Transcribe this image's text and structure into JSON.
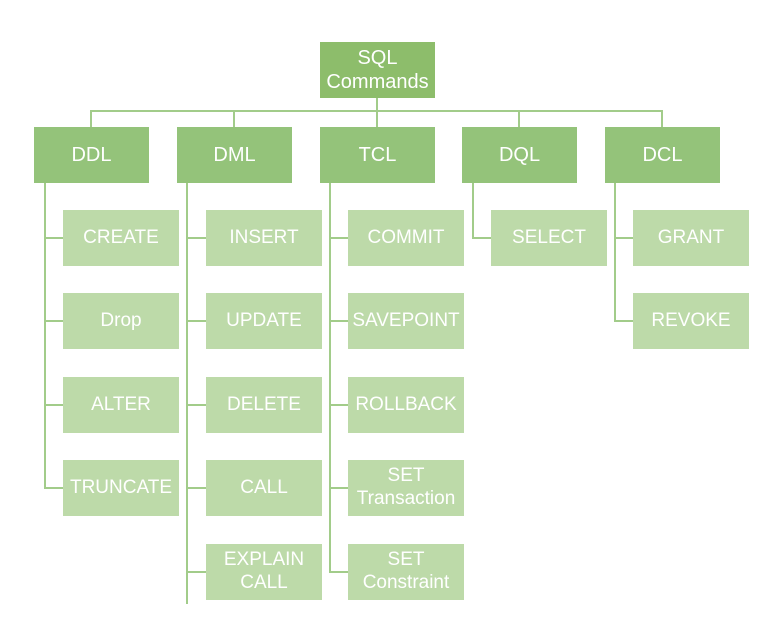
{
  "root": {
    "label": "SQL\nCommands"
  },
  "categories": [
    {
      "label": "DDL",
      "items": [
        "CREATE",
        "Drop",
        "ALTER",
        "TRUNCATE"
      ]
    },
    {
      "label": "DML",
      "items": [
        "INSERT",
        "UPDATE",
        "DELETE",
        "CALL",
        "EXPLAIN\nCALL"
      ]
    },
    {
      "label": "TCL",
      "items": [
        "COMMIT",
        "SAVEPOINT",
        "ROLLBACK",
        "SET\nTransaction",
        "SET\nConstraint"
      ]
    },
    {
      "label": "DQL",
      "items": [
        "SELECT"
      ]
    },
    {
      "label": "DCL",
      "items": [
        "GRANT",
        "REVOKE"
      ]
    }
  ]
}
